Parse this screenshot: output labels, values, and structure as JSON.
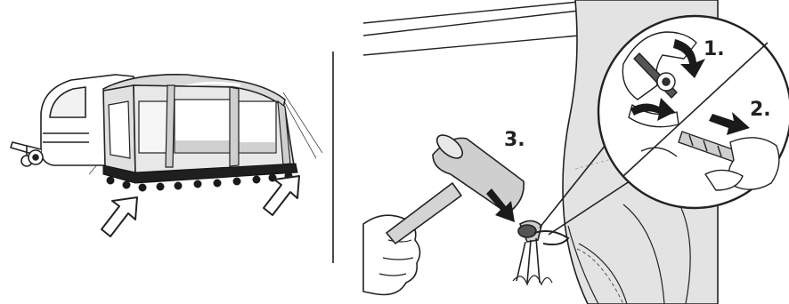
{
  "steps": {
    "step1": "1.",
    "step2": "2.",
    "step3": "3."
  },
  "colors": {
    "ink": "#222222",
    "canopy": "#cfcfcf",
    "wall": "#e6e6e6",
    "skirt": "#1f1f1f",
    "caravan": "#ffffff",
    "awning_side": "#d9d9d9"
  },
  "icons": {
    "left_arrows": "outline-arrow-icon",
    "detail_arrows": "solid-arrow-icon",
    "tool": "mallet-icon",
    "detail": "magnifier-circle"
  }
}
